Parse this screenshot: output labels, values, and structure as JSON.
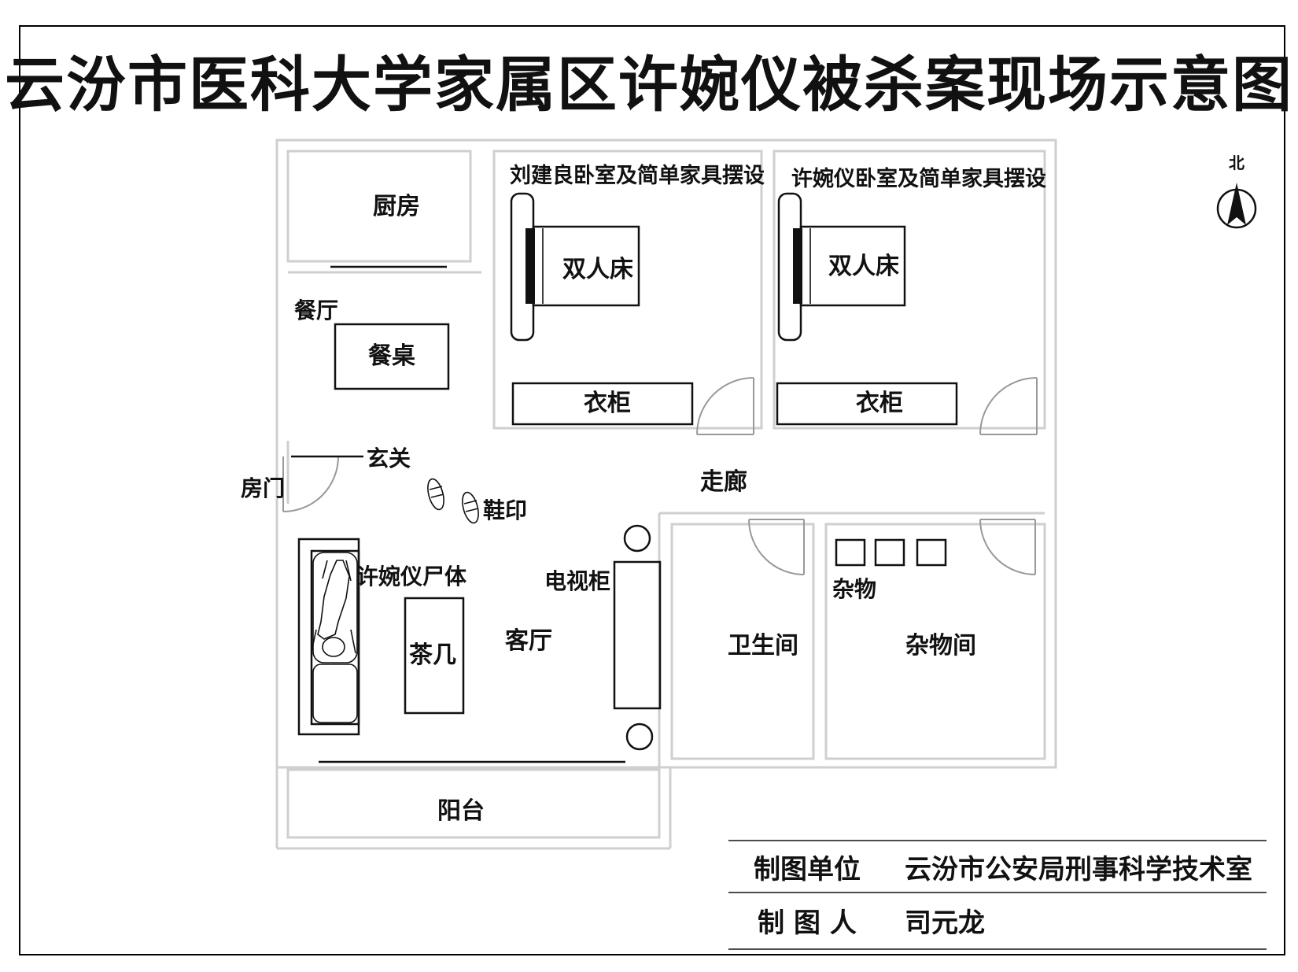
{
  "title": "云汾市医科大学家属区许婉仪被杀案现场示意图",
  "north": "北",
  "rooms": {
    "kitchen": "厨房",
    "dining": "餐厅",
    "dining_table": "餐桌",
    "entrance": "玄关",
    "door": "房门",
    "shoeprint": "鞋印",
    "corridor": "走廊",
    "bedroom1": "刘建良卧室及简单家具摆设",
    "bedroom2": "许婉仪卧室及简单家具摆设",
    "bed1": "双人床",
    "bed2": "双人床",
    "wardrobe1": "衣柜",
    "wardrobe2": "衣柜",
    "body": "许婉仪尸体",
    "tea_table": "茶几",
    "living": "客厅",
    "tv_cabinet": "电视柜",
    "bathroom": "卫生间",
    "storage_items": "杂物",
    "storage_room": "杂物间",
    "balcony": "阳台"
  },
  "info": {
    "unit_label": "制图单位",
    "unit_value": "云汾市公安局刑事科学技术室",
    "maker_label": "制 图 人",
    "maker_value": "司元龙"
  }
}
